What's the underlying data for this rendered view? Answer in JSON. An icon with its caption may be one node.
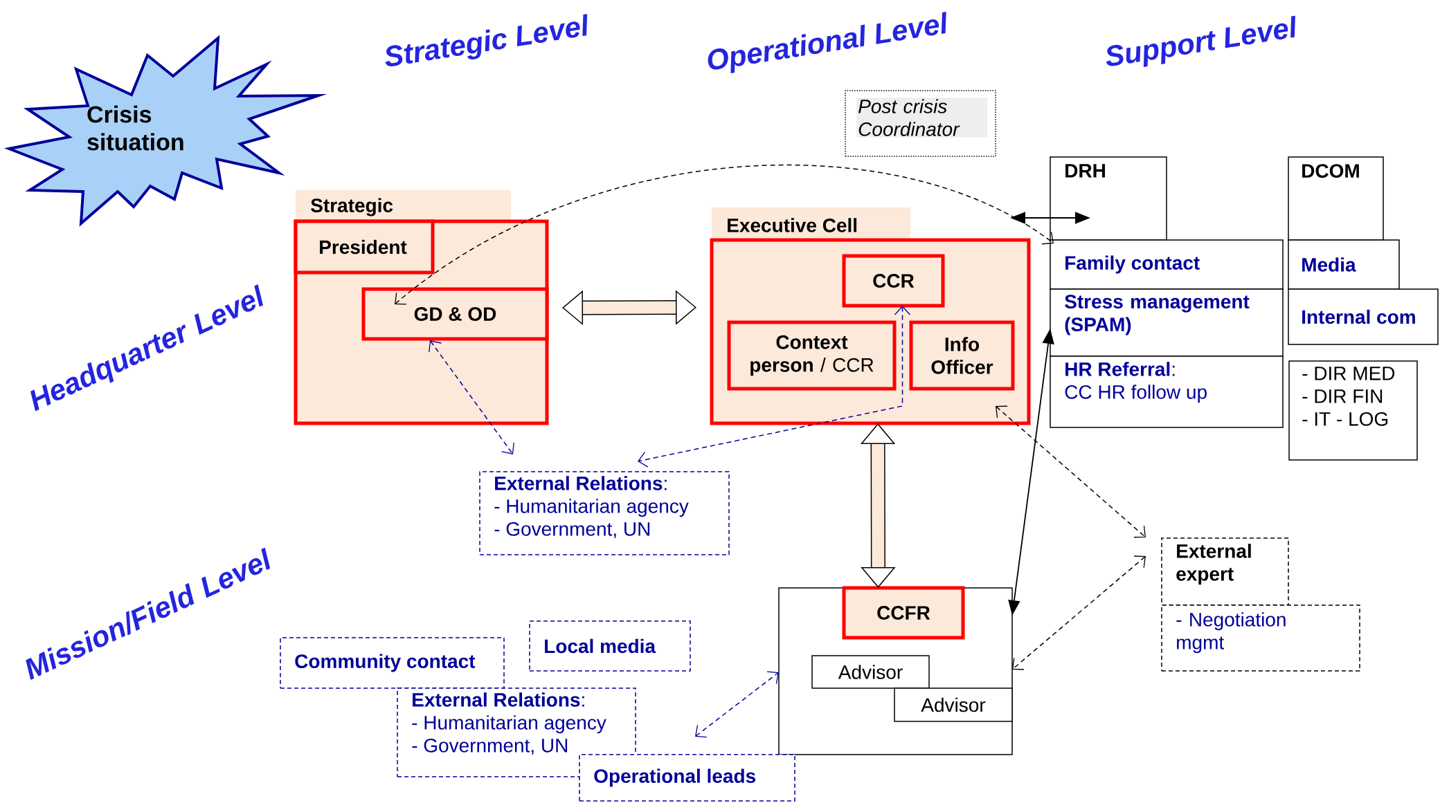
{
  "diagram": {
    "nodes": [
      {
        "text": [
          "Crisis situation"
        ]
      },
      {
        "text": [
          "Strategic"
        ]
      },
      {
        "text": [
          "President"
        ],
        "in": 1
      },
      {
        "text": [
          "GD & OD"
        ],
        "in": 1
      },
      {
        "text": [
          "Executive Cell"
        ]
      },
      {
        "text": [
          "CCR"
        ],
        "in": 4
      },
      {
        "text": [
          "**Context person** / CCR"
        ],
        "in": 4
      },
      {
        "text": [
          "Info Officer"
        ],
        "in": 4
      },
      {
        "text": [
          "Post crisis Coordinator"
        ]
      },
      {
        "text": [
          "DRH"
        ]
      },
      {
        "text": [
          "Family contact"
        ]
      },
      {
        "text": [
          "Stress management (SPAM)"
        ]
      },
      {
        "text": [
          "**HR Referral**:",
          "CC HR follow up"
        ]
      },
      {
        "text": [
          "DCOM"
        ]
      },
      {
        "text": [
          "Media"
        ]
      },
      {
        "text": [
          "Internal com"
        ]
      },
      {
        "text": [
          "- DIR MED",
          "- DIR FIN",
          "- IT - LOG"
        ]
      },
      {
        "text": [
          "**External Relations**:",
          "- Humanitarian agency",
          "- Government, UN"
        ]
      },
      {
        "text": [],
        "shape": "box"
      },
      {
        "text": [
          "CCFR"
        ],
        "in": 18
      },
      {
        "text": [
          "Advisor"
        ],
        "in": 18
      },
      {
        "text": [
          "Advisor"
        ],
        "in": 18
      },
      {
        "text": [
          "Community contact"
        ]
      },
      {
        "text": [
          "Local media"
        ]
      },
      {
        "text": [
          "**External Relations**:",
          "- Humanitarian agency",
          "- Government, UN"
        ]
      },
      {
        "text": [
          "Operational leads"
        ]
      },
      {
        "text": [
          "External expert"
        ]
      },
      {
        "text": [
          "- Negotiation mgmt"
        ]
      }
    ],
    "edges": [
      {
        "from": 3,
        "to": 10,
        "arrow": "both",
        "style": "dashed"
      },
      {
        "from": 1,
        "to": 4,
        "arrow": "both",
        "style": "thick"
      },
      {
        "from": 4,
        "to": 18,
        "arrow": "both",
        "style": "thick"
      },
      {
        "from": 4,
        "to": 9,
        "arrow": "both"
      },
      {
        "from": 3,
        "to": 17,
        "arrow": "both",
        "style": "dashed",
        "color": "#000099"
      },
      {
        "from": 5,
        "to": 17,
        "arrow": "both",
        "style": "dashed",
        "color": "#000099"
      },
      {
        "from": 4,
        "to": 26,
        "arrow": "both",
        "style": "dashed"
      },
      {
        "from": 11,
        "to": 18,
        "arrow": "both"
      },
      {
        "from": 26,
        "to": 18,
        "arrow": "both",
        "style": "dashed"
      },
      {
        "from": 25,
        "to": 18,
        "arrow": "both",
        "style": "dashed",
        "color": "#000099"
      }
    ],
    "labels": [
      "Strategic Level",
      "Operational Level",
      "Support Level",
      "Headquarter Level",
      "Mission/Field Level"
    ]
  }
}
